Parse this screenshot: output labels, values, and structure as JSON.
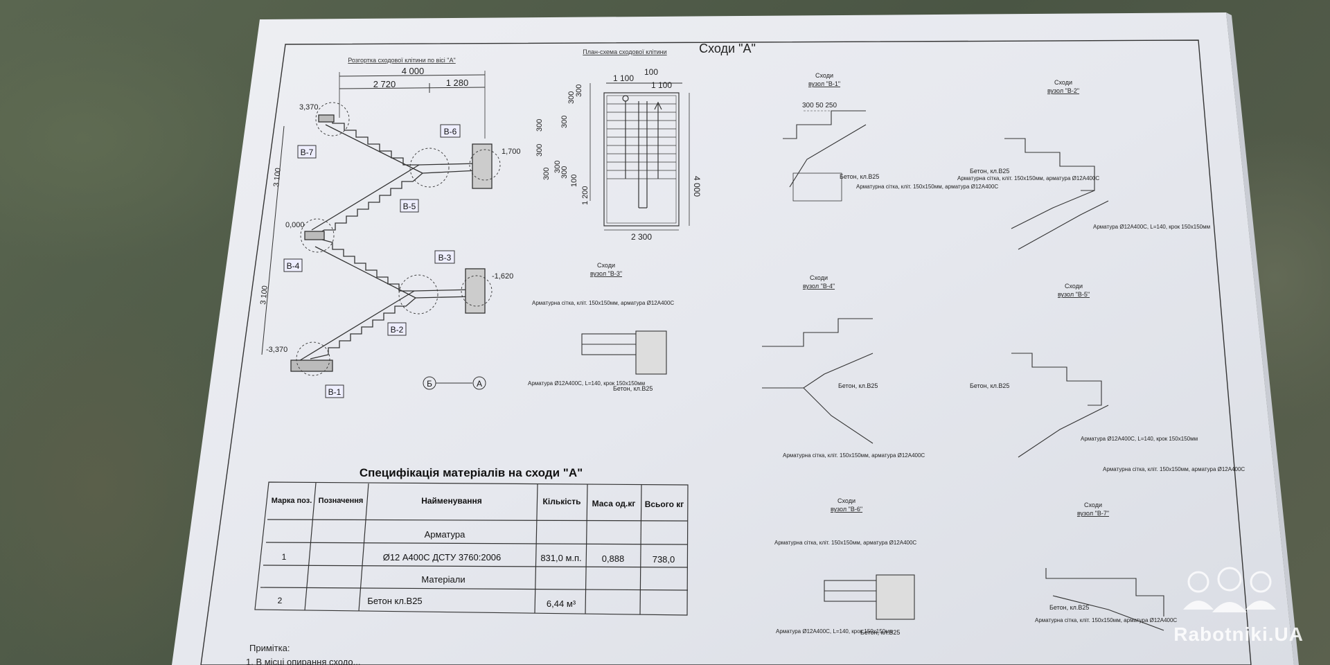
{
  "sheet": {
    "title": "Сходи \"А\""
  },
  "unfold": {
    "caption": "Розгортка сходової клітини по вісі \"А\"",
    "dims": {
      "total": "4 000",
      "left": "2 720",
      "right": "1 280",
      "h1": "3 100",
      "h2": "3 100"
    },
    "levels": {
      "top": "3,370",
      "mid": "0,000",
      "bottom": "-3,370",
      "land_top": "1,700",
      "land_bot": "-1,620"
    },
    "nodes": [
      "В-7",
      "В-6",
      "В-5",
      "В-4",
      "В-3",
      "В-2",
      "В-1"
    ],
    "axes": [
      "Б",
      "А"
    ]
  },
  "plan": {
    "caption": "План-схема сходової клітини",
    "dims": {
      "a": "1 100",
      "b": "100",
      "c": "1 100",
      "width": "2 300",
      "height": "4 000",
      "step": "300",
      "d1": "100",
      "d2": "1 200"
    }
  },
  "details": [
    {
      "id": "b1",
      "title": "Сходи",
      "sub": "вузол \"В-1\""
    },
    {
      "id": "b2",
      "title": "Сходи",
      "sub": "вузол \"В-2\""
    },
    {
      "id": "b3",
      "title": "Сходи",
      "sub": "вузол \"В-3\""
    },
    {
      "id": "b4",
      "title": "Сходи",
      "sub": "вузол \"В-4\""
    },
    {
      "id": "b5",
      "title": "Сходи",
      "sub": "вузол \"В-5\""
    },
    {
      "id": "b6",
      "title": "Сходи",
      "sub": "вузол \"В-6\""
    },
    {
      "id": "b7",
      "title": "Сходи",
      "sub": "вузол \"В-7\""
    }
  ],
  "labels": {
    "concrete": "Бетон, кл.В25",
    "mesh": "Арматурна сітка, кліт. 150х150мм, арматура Ø12А400С",
    "rebar": "Арматура Ø12А400С, L=140, крок 150х150мм"
  },
  "spec": {
    "title": "Специфікація матеріалів на сходи \"А\"",
    "headers": [
      "Марка поз.",
      "Позначення",
      "Найменування",
      "Кількість",
      "Маса од.кг",
      "Всього кг"
    ],
    "section1": "Арматура",
    "row1": [
      "1",
      "",
      "Ø12 А400С ДСТУ 3760:2006",
      "831,0 м.п.",
      "0,888",
      "738,0"
    ],
    "section2": "Матеріали",
    "row2": [
      "2",
      "",
      "Бетон кл.В25",
      "6,44 м³",
      "",
      ""
    ]
  },
  "note": {
    "label": "Примітка:",
    "text": "1. В місці опирання сходо..."
  },
  "watermark": "Rabotniki.UA"
}
